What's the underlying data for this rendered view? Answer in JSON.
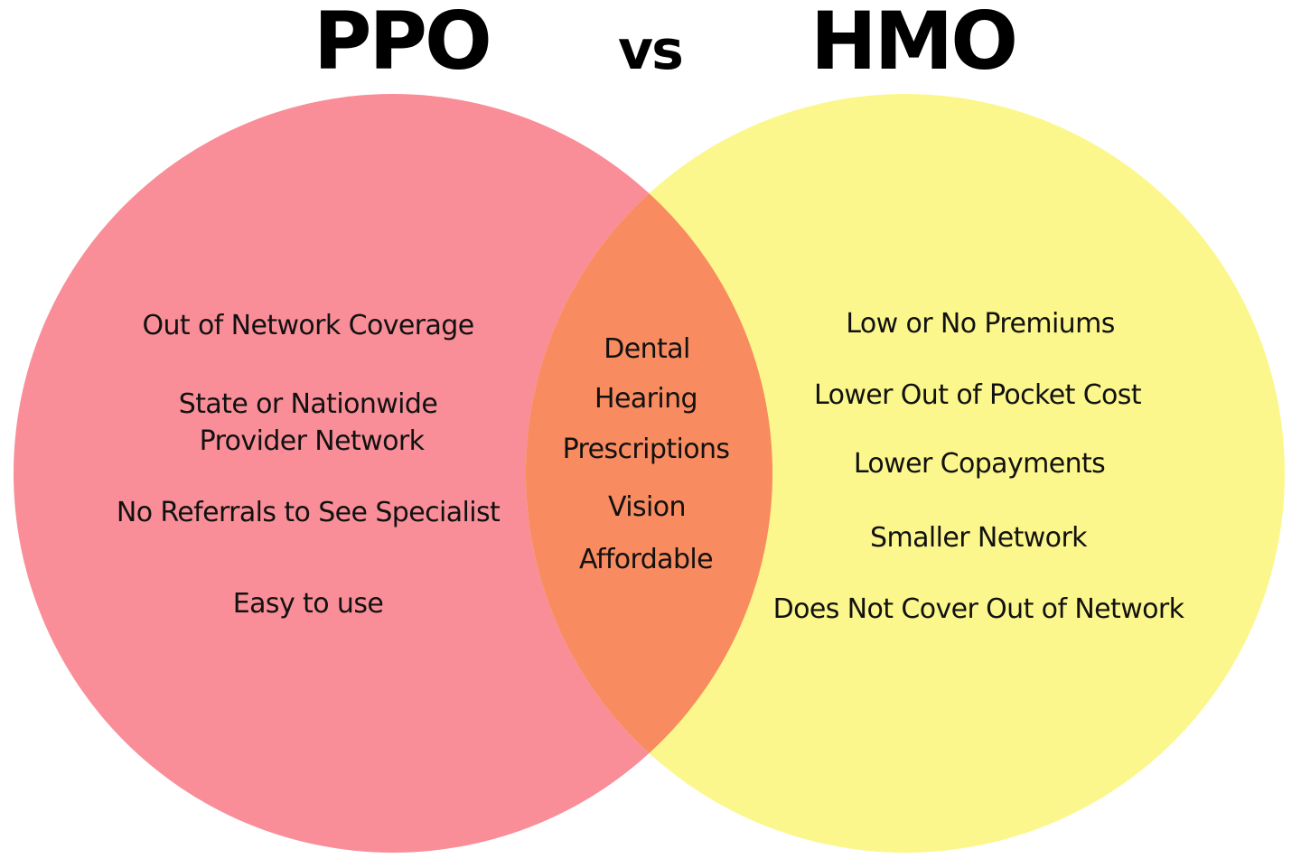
{
  "title": {
    "left": "PPO",
    "middle": "vs",
    "right": "HMO"
  },
  "colors": {
    "left_circle": "#F98E98",
    "right_circle": "#FCF78C",
    "overlap": "#F88B5F"
  },
  "left_items": [
    "Out of Network Coverage",
    "State or Nationwide",
    "Provider Network",
    "No Referrals to See Specialist",
    "Easy to use"
  ],
  "overlap_items": [
    "Dental",
    "Hearing",
    "Prescriptions",
    "Vision",
    "Affordable"
  ],
  "right_items": [
    "Low or No Premiums",
    "Lower Out of Pocket Cost",
    "Lower Copayments",
    "Smaller Network",
    "Does Not Cover Out of Network"
  ]
}
